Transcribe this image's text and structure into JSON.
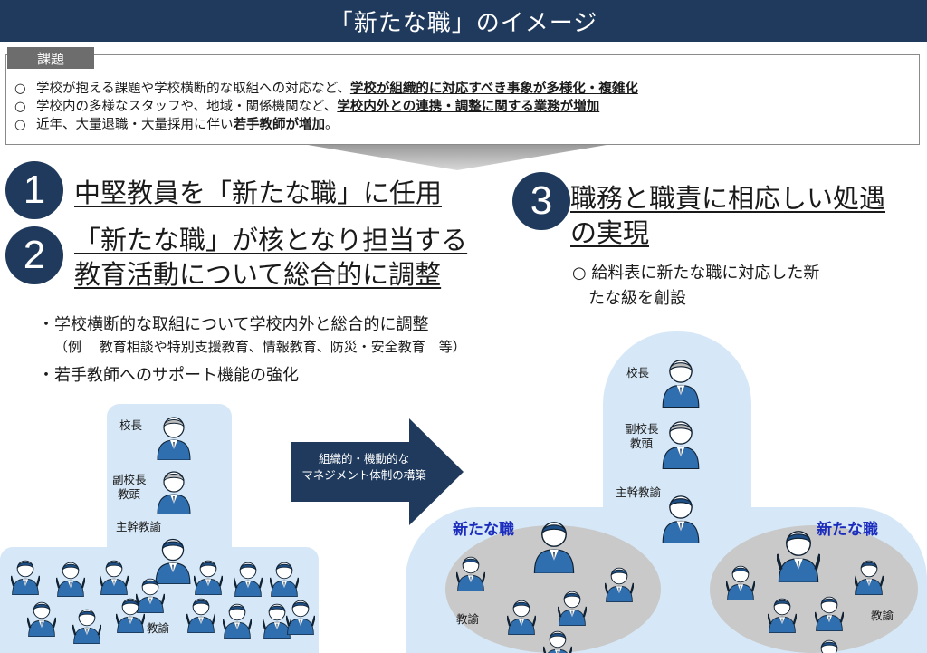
{
  "title": "「新たな職」のイメージ",
  "issues": {
    "tag": "課題",
    "rows": [
      {
        "marker": "○",
        "pre": "学校が抱える課題や学校横断的な取組への対応など、",
        "em": "学校が組織的に対応すべき事象が多様化・複雑化",
        "post": ""
      },
      {
        "marker": "○",
        "pre": "学校内の多様なスタッフや、地域・関係機関など、",
        "em": "学校内外との連携・調整に関する業務が増加",
        "post": ""
      },
      {
        "marker": "○",
        "pre": "近年、大量退職・大量採用に伴い",
        "em": "若手教師が増加",
        "post": "。"
      }
    ]
  },
  "points": {
    "p1": {
      "num": "1",
      "text": "中堅教員を「新たな職」に任用"
    },
    "p2": {
      "num": "2",
      "line1": "「新たな職」が核となり担当する",
      "line2": "教育活動について総合的に調整"
    },
    "p3": {
      "num": "3",
      "line1": "職務と職責に相応しい処遇",
      "line2": "の実現"
    }
  },
  "details": {
    "b1": "・学校横断的な取組について学校内外と総合的に調整",
    "b1_example": "（例　 教育相談や特別支援教育、情報教育、防災・安全教育　等）",
    "b2": "・若手教師へのサポート機能の強化"
  },
  "pay": {
    "line1": "○ 給料表に新たな職に対応した新",
    "line2": "　たな級を創設"
  },
  "transition": {
    "line1": "組織的・機動的な",
    "line2": "マネジメント体制の構築"
  },
  "left_org": {
    "principal": "校長",
    "vice1": "副校長",
    "vice2": "教頭",
    "chief": "主幹教諭",
    "teacher": "教諭"
  },
  "right_org": {
    "principal": "校長",
    "vice1": "副校長",
    "vice2": "教頭",
    "chief": "主幹教諭",
    "new_role_left": "新たな職",
    "new_role_right": "新たな職",
    "teacher_left": "教諭",
    "teacher_right": "教諭"
  },
  "colors": {
    "navy": "#1f3a5c",
    "light_blue": "#d6e8f7",
    "suit": "#2f6fb0",
    "gray": "#c9c9c9",
    "new_role": "#1c2dbd"
  }
}
